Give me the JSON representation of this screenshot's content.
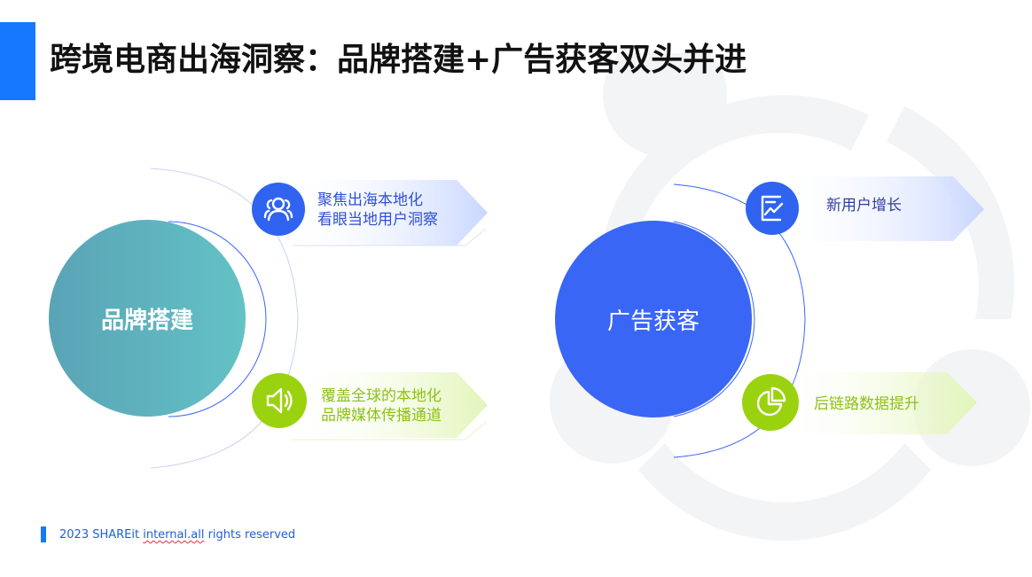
{
  "slide": {
    "title": "跨境电商出海洞察：品牌搭建+广告获客双头并进",
    "accent_color": "#1677ff"
  },
  "brand": {
    "label": "品牌搭建",
    "color": "#5fb6c1",
    "items": [
      {
        "icon": "users-icon",
        "line1": "聚焦出海本地化",
        "line2": "看眼当地用户洞察"
      },
      {
        "icon": "speaker-icon",
        "line1": "覆盖全球的本地化",
        "line2": "品牌媒体传播通道"
      }
    ]
  },
  "ads": {
    "label": "广告获客",
    "color": "#3a66f5",
    "items": [
      {
        "icon": "chart-line-icon",
        "text": "新用户增长"
      },
      {
        "icon": "pie-chart-icon",
        "text": "后链路数据提升"
      }
    ]
  },
  "footer": {
    "prefix": "2023 SHAREit ",
    "underlined": "internal.all",
    "suffix": " rights reserved"
  }
}
